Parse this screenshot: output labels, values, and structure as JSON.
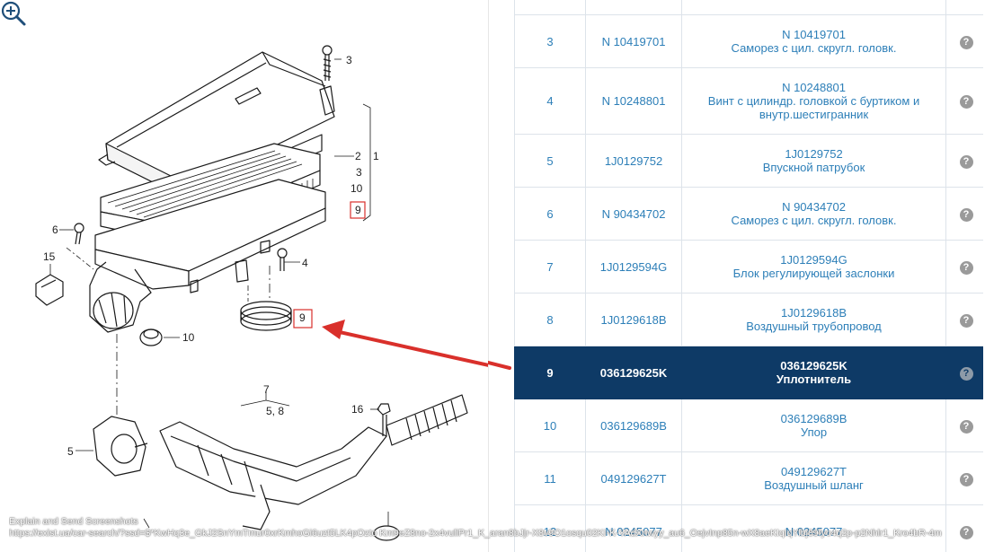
{
  "diagram": {
    "callouts": {
      "c1": "1",
      "c2": "2",
      "c3a": "3",
      "c3b": "3",
      "c4": "4",
      "c5": "5",
      "c58": "5, 8",
      "c6": "6",
      "c7": "7",
      "c9a": "9",
      "c9b": "9",
      "c10a": "10",
      "c10b": "10",
      "c15": "15",
      "c16": "16"
    },
    "highlight_color": "#d9302b",
    "zoom_icon": "zoom-in-icon"
  },
  "parts": {
    "rows": [
      {
        "num": "3",
        "code": "N 10419701",
        "desc_code": "N 10419701",
        "desc": "Саморез с цил. скругл. головк.",
        "help": "?"
      },
      {
        "num": "4",
        "code": "N 10248801",
        "desc_code": "N 10248801",
        "desc": "Винт с цилиндр. головкой с буртиком и внутр.шестигранник",
        "help": "?",
        "tall": true
      },
      {
        "num": "5",
        "code": "1J0129752",
        "desc_code": "1J0129752",
        "desc": "Впускной патрубок",
        "help": "?"
      },
      {
        "num": "6",
        "code": "N 90434702",
        "desc_code": "N 90434702",
        "desc": "Саморез с цил. скругл. головк.",
        "help": "?"
      },
      {
        "num": "7",
        "code": "1J0129594G",
        "desc_code": "1J0129594G",
        "desc": "Блок регулирующей заслонки",
        "help": "?"
      },
      {
        "num": "8",
        "code": "1J0129618B",
        "desc_code": "1J0129618B",
        "desc": "Воздушный трубопровод",
        "help": "?"
      },
      {
        "num": "9",
        "code": "036129625K",
        "desc_code": "036129625K",
        "desc": "Уплотнитель",
        "help": "?",
        "selected": true
      },
      {
        "num": "10",
        "code": "036129689B",
        "desc_code": "036129689B",
        "desc": "Упор",
        "help": "?"
      },
      {
        "num": "11",
        "code": "049129627T",
        "desc_code": "049129627T",
        "desc": "Воздушный шланг",
        "help": "?"
      },
      {
        "num": "12",
        "code": "N 0245077",
        "desc_code": "N 0245077",
        "desc": "",
        "help": "?"
      }
    ],
    "accent_color": "#2d7fb8",
    "selected_bg": "#0e3a66"
  },
  "overlay": {
    "line1": "Explain and Send Screenshots",
    "line2": "https://exist.ua/car-search/?ssd=$*KwHq3e_GkJ2SnYmTmur0xrKmhoGi6uzt5LK4pOzto Km9eZ8no-2x4vuliPr1_K_aran8bJjr-X8v9O1osqu02KI-K-YAdXnwyy_au6_OejvInp85n-wX8aeKIqIqYlbj89fyo4q2p-p2Nhlr1_Kro4bR-4m"
  }
}
